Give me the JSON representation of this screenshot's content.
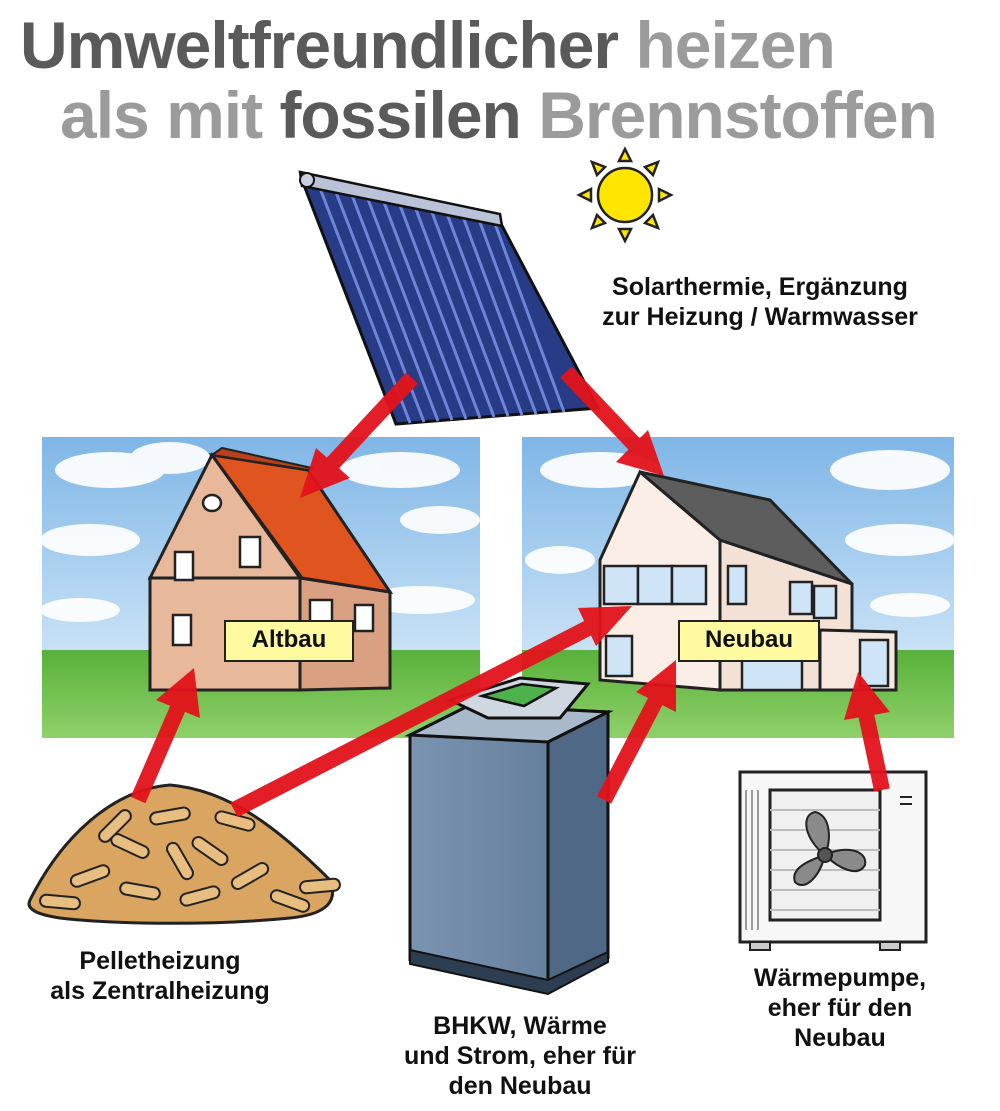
{
  "title": {
    "line1": {
      "part1": "Umweltfreundlicher",
      "part2": "heizen"
    },
    "line2": {
      "part1": "als mit",
      "part2": "fossilen",
      "part3": "Brennstoffen"
    }
  },
  "houses": {
    "old": {
      "label": "Altbau"
    },
    "new": {
      "label": "Neubau"
    }
  },
  "sources": {
    "solar": {
      "line1": "Solarthermie, Ergänzung",
      "line2": "zur Heizung / Warmwasser"
    },
    "pellet": {
      "line1": "Pelletheizung",
      "line2": "als Zentralheizung"
    },
    "bhkw": {
      "line1": "BHKW, Wärme",
      "line2": "und Strom, eher für",
      "line3": "den Neubau"
    },
    "heatpump": {
      "line1": "Wärmepumpe,",
      "line2": "eher für den",
      "line3": "Neubau"
    }
  },
  "colors": {
    "arrow": "#e3131b",
    "title_dark": "#5a5a5a",
    "title_light": "#9b9b9b",
    "tag_background": "#fff9a0",
    "sky": "#9cc9ee",
    "grass": "#5fb53c",
    "solar_panel": "#2a3f8e",
    "sun": "#ffe600",
    "pellets": "#d9a561",
    "bhkw_unit": "#6f8aa8",
    "old_house_wall": "#e7b89a",
    "old_house_roof": "#e0541f",
    "new_house_wall": "#fbeee6",
    "new_house_roof": "#5d5d5d"
  },
  "icons": [
    "sun-icon",
    "solar-collector-icon",
    "wood-pellets-icon",
    "chp-unit-icon",
    "heat-pump-icon",
    "old-house-icon",
    "new-house-icon"
  ]
}
